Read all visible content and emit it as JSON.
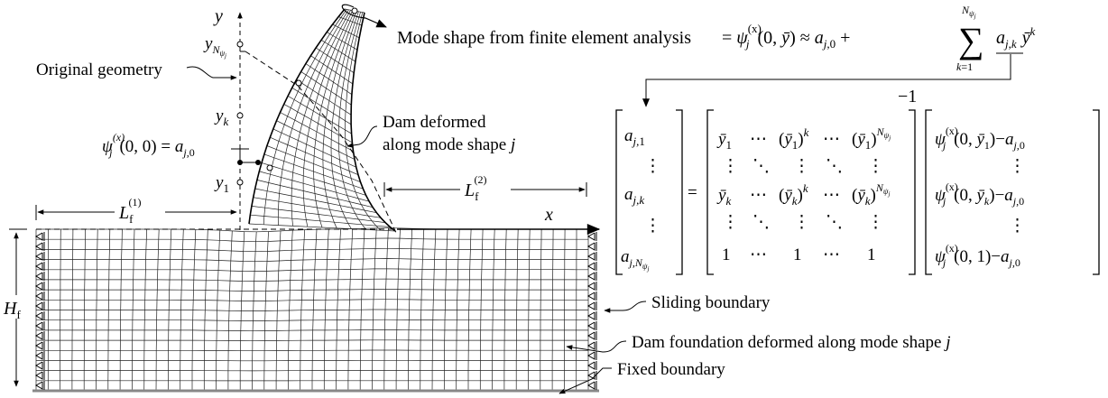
{
  "axes": {
    "y_label": "y",
    "x_label": "x"
  },
  "annotations": {
    "original_geometry": "Original geometry",
    "dam_deformed_line1": "Dam deformed",
    "dam_deformed_line2": "along mode shape j",
    "sliding_boundary": "Sliding boundary",
    "foundation_deformed": "Dam foundation deformed along mode shape j",
    "fixed_boundary": "Fixed boundary"
  },
  "labels": {
    "y_top": "yNψj",
    "y_k": "yk",
    "y_1": "y1",
    "psi_origin": "ψj(x)(0,0) = aj,0",
    "L_left": "Lf(1)",
    "L_right": "Lf(2)",
    "H": "Hf"
  },
  "equations": {
    "mode_shape_text": "Mode shape from finite element analysis",
    "mode_shape_formula": "= ψj(x)(0, ȳ) ≈ aj,0 + Σk=1..Nψj aj,k ȳ^k",
    "inverse_exponent": "−1",
    "lhs_vector": [
      "aj,1",
      "⋮",
      "aj,k",
      "⋮",
      "aj,Nψj"
    ],
    "matrix_rows": [
      [
        "ȳ1",
        "⋯",
        "(ȳ1)^k",
        "⋯",
        "(ȳ1)^Nψj"
      ],
      [
        "⋮",
        "⋱",
        "⋮",
        "⋱",
        "⋮"
      ],
      [
        "ȳk",
        "⋯",
        "(ȳk)^k",
        "⋯",
        "(ȳk)^Nψj"
      ],
      [
        "⋮",
        "⋱",
        "⋮",
        "⋱",
        "⋮"
      ],
      [
        "1",
        "⋯",
        "1",
        "⋯",
        "1"
      ]
    ],
    "rhs_vector": [
      "ψj(x)(0, ȳ1) − aj,0",
      "⋮",
      "ψj(x)(0, ȳk) − aj,0",
      "⋮",
      "ψj(x)(0, 1) − aj,0"
    ]
  }
}
